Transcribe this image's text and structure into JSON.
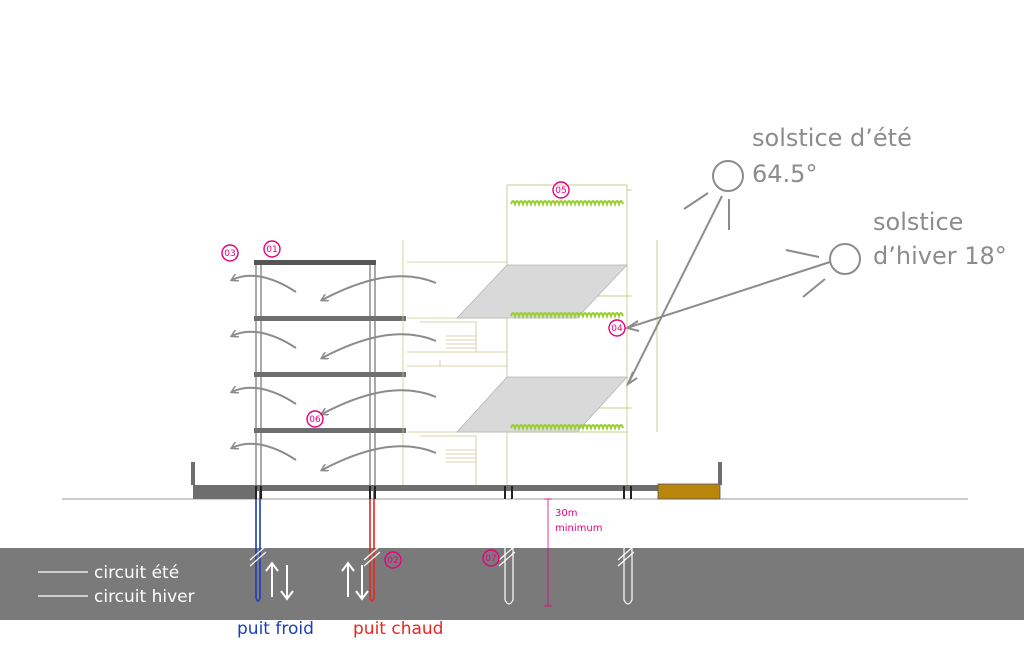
{
  "suns": {
    "summer": {
      "line1": "solstice d’été",
      "line2": "64.5°"
    },
    "winter": {
      "line1": "solstice",
      "line2": "d’hiver 18°"
    }
  },
  "legend": {
    "summer": "circuit été",
    "winter": "circuit hiver"
  },
  "wells": {
    "cold": "puit froid",
    "hot": "puit chaud"
  },
  "dimension": {
    "line1": "30m",
    "line2": "minimum"
  },
  "markers": {
    "m01": "01",
    "m02": "02",
    "m03": "03",
    "m04": "04",
    "m05": "05",
    "m06": "06",
    "m07": "07"
  },
  "colors": {
    "ground": "#7a7a7a",
    "slab": "#6e6e6e",
    "roof_green": "#9acd32",
    "marker": "#e6007e",
    "cold": "#1a3fb8",
    "hot": "#e8261e",
    "arrow": "#8c8c8c",
    "brown": "#b8860b",
    "terrace": "#d9d9d9"
  }
}
